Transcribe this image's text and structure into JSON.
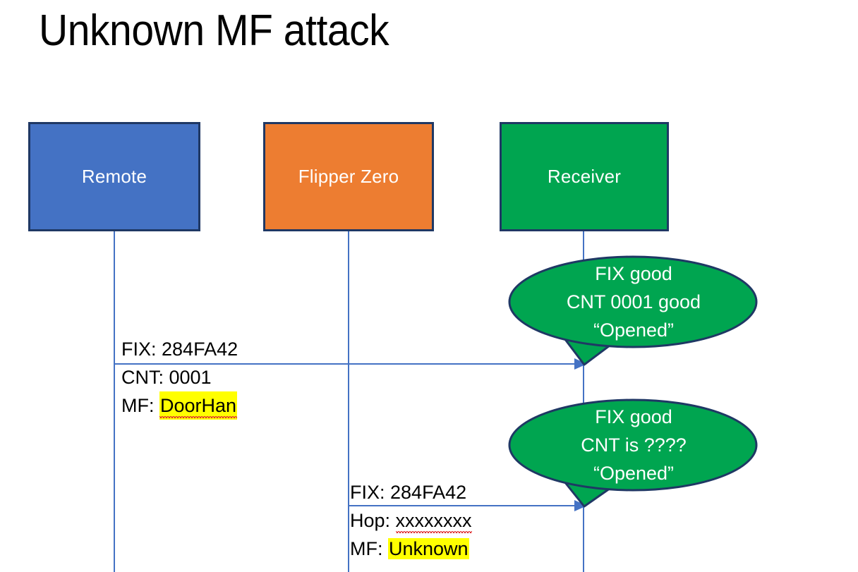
{
  "slide": {
    "title": "Unknown MF attack",
    "background": "#ffffff"
  },
  "colors": {
    "remote_fill": "#4472C4",
    "flipper_fill": "#ED7D31",
    "receiver_fill": "#00A550",
    "box_border": "#1F3864",
    "lifeline": "#4472C4",
    "arrow": "#4472C4",
    "bubble_fill": "#00A550",
    "bubble_border": "#1F3864",
    "highlight": "#FFFF00",
    "spellcheck_squiggle": "#E03030",
    "text_dark": "#000000",
    "text_light": "#ffffff"
  },
  "actors": [
    {
      "id": "remote",
      "label": "Remote"
    },
    {
      "id": "flipper",
      "label": "Flipper Zero"
    },
    {
      "id": "receiver",
      "label": "Receiver"
    }
  ],
  "messages": [
    {
      "id": "msg1",
      "from": "remote",
      "to": "receiver",
      "lines": [
        {
          "prefix": "FIX: ",
          "value": "284FA42",
          "highlighted": false,
          "misspelled": false
        },
        {
          "prefix": "CNT: ",
          "value": "0001",
          "highlighted": false,
          "misspelled": false
        },
        {
          "prefix": "MF: ",
          "value": "DoorHan",
          "highlighted": true,
          "misspelled": true
        }
      ]
    },
    {
      "id": "msg2",
      "from": "flipper",
      "to": "receiver",
      "lines": [
        {
          "prefix": "FIX: ",
          "value": "284FA42",
          "highlighted": false,
          "misspelled": false
        },
        {
          "prefix": "Hop: ",
          "value": "xxxxxxxx",
          "highlighted": false,
          "misspelled": true
        },
        {
          "prefix": "MF: ",
          "value": "Unknown",
          "highlighted": true,
          "misspelled": false
        }
      ]
    }
  ],
  "bubbles": [
    {
      "id": "bubble1",
      "anchor": "msg1",
      "lines": [
        "FIX good",
        "CNT 0001 good",
        "“Opened”"
      ]
    },
    {
      "id": "bubble2",
      "anchor": "msg2",
      "lines": [
        "FIX good",
        "CNT is ????",
        "“Opened”"
      ]
    }
  ]
}
